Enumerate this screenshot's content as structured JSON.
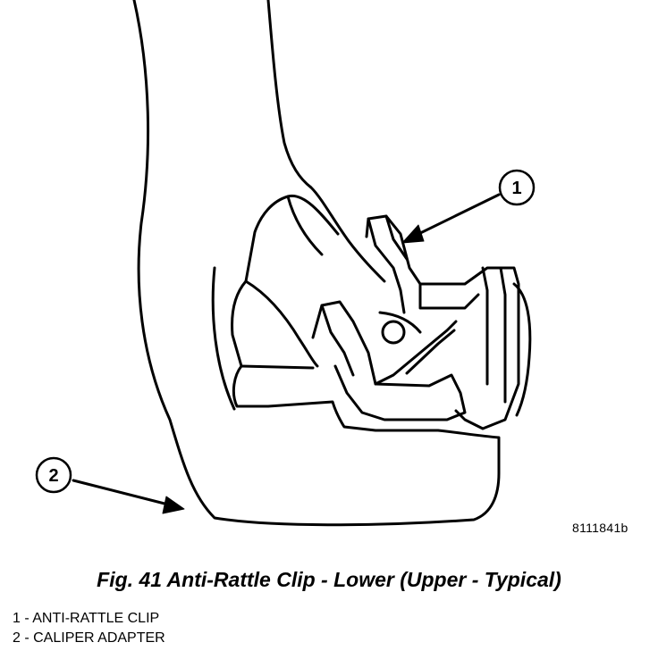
{
  "figure": {
    "id_code": "8111841b",
    "caption": "Fig. 41 Anti-Rattle Clip - Lower (Upper - Typical)"
  },
  "callouts": [
    {
      "number": "1"
    },
    {
      "number": "2"
    }
  ],
  "legend": [
    {
      "number": "1",
      "separator": " - ",
      "label": "ANTI-RATTLE CLIP"
    },
    {
      "number": "2",
      "separator": " - ",
      "label": "CALIPER ADAPTER"
    }
  ],
  "colors": {
    "line": "#000000",
    "background": "#ffffff"
  }
}
